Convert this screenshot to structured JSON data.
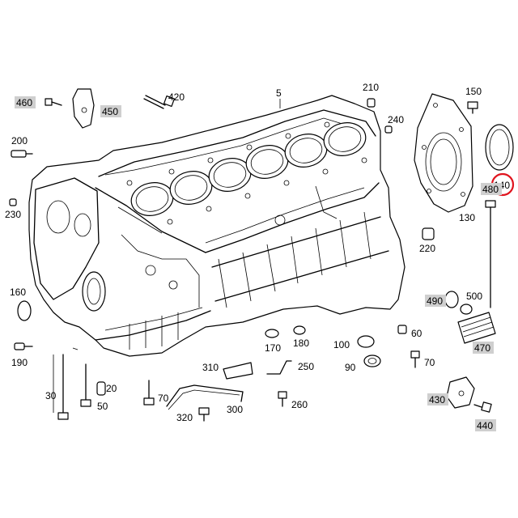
{
  "diagram": {
    "highlight_color": "#e0141e",
    "label_box_color": "#cfcfcf",
    "callouts": [
      {
        "id": "5",
        "text": "5",
        "boxed": false
      },
      {
        "id": "20",
        "text": "20",
        "boxed": false
      },
      {
        "id": "30",
        "text": "30",
        "boxed": false
      },
      {
        "id": "50",
        "text": "50",
        "boxed": false
      },
      {
        "id": "60",
        "text": "60",
        "boxed": false
      },
      {
        "id": "70a",
        "text": "70",
        "boxed": false
      },
      {
        "id": "70b",
        "text": "70",
        "boxed": false
      },
      {
        "id": "90",
        "text": "90",
        "boxed": false
      },
      {
        "id": "100",
        "text": "100",
        "boxed": false
      },
      {
        "id": "130",
        "text": "130",
        "boxed": false
      },
      {
        "id": "140",
        "text": "140",
        "boxed": false,
        "highlighted": true
      },
      {
        "id": "150",
        "text": "150",
        "boxed": false
      },
      {
        "id": "160",
        "text": "160",
        "boxed": false
      },
      {
        "id": "170",
        "text": "170",
        "boxed": false
      },
      {
        "id": "180",
        "text": "180",
        "boxed": false
      },
      {
        "id": "190",
        "text": "190",
        "boxed": false
      },
      {
        "id": "200",
        "text": "200",
        "boxed": false
      },
      {
        "id": "210",
        "text": "210",
        "boxed": false
      },
      {
        "id": "220",
        "text": "220",
        "boxed": false
      },
      {
        "id": "230",
        "text": "230",
        "boxed": false
      },
      {
        "id": "240",
        "text": "240",
        "boxed": false
      },
      {
        "id": "250",
        "text": "250",
        "boxed": false
      },
      {
        "id": "260",
        "text": "260",
        "boxed": false
      },
      {
        "id": "300",
        "text": "300",
        "boxed": false
      },
      {
        "id": "310",
        "text": "310",
        "boxed": false
      },
      {
        "id": "320",
        "text": "320",
        "boxed": false
      },
      {
        "id": "420",
        "text": "420",
        "boxed": false
      },
      {
        "id": "430",
        "text": "430",
        "boxed": true
      },
      {
        "id": "440",
        "text": "440",
        "boxed": true
      },
      {
        "id": "450",
        "text": "450",
        "boxed": true
      },
      {
        "id": "460",
        "text": "460",
        "boxed": true
      },
      {
        "id": "470",
        "text": "470",
        "boxed": true
      },
      {
        "id": "480",
        "text": "480",
        "boxed": true
      },
      {
        "id": "490",
        "text": "490",
        "boxed": true
      },
      {
        "id": "500",
        "text": "500",
        "boxed": false
      }
    ]
  }
}
